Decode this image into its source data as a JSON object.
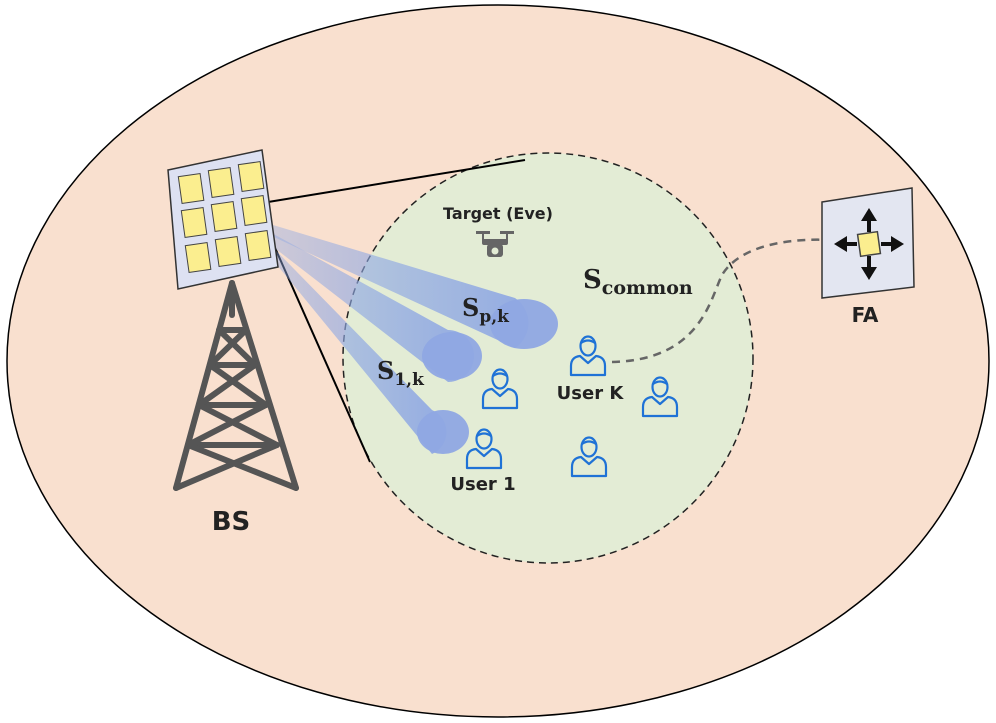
{
  "labels": {
    "bs": "BS",
    "fa": "FA",
    "target": "Target (Eve)",
    "user_1": "User 1",
    "user_k": "User K"
  },
  "symbols": {
    "common": {
      "base": "S",
      "sub": "common"
    },
    "private": {
      "base": "S",
      "sub": "p,k"
    },
    "first": {
      "base": "S",
      "sub": "1,k"
    }
  },
  "colors": {
    "outer_region": "#f9e0cf",
    "coverage_region": "#e3ecd5",
    "beam": "#8fa8e3",
    "antenna_element": "#fbee8f",
    "panel": "#dde1f2",
    "user_icon": "#1f72d6",
    "tower": "#555555",
    "fa_panel": "#e3e6f1"
  },
  "icons": {
    "user": "user-icon",
    "drone": "drone-icon",
    "antenna_array": "antenna-array-icon",
    "tower": "tower-icon",
    "move_arrows": "move-arrows-icon"
  }
}
